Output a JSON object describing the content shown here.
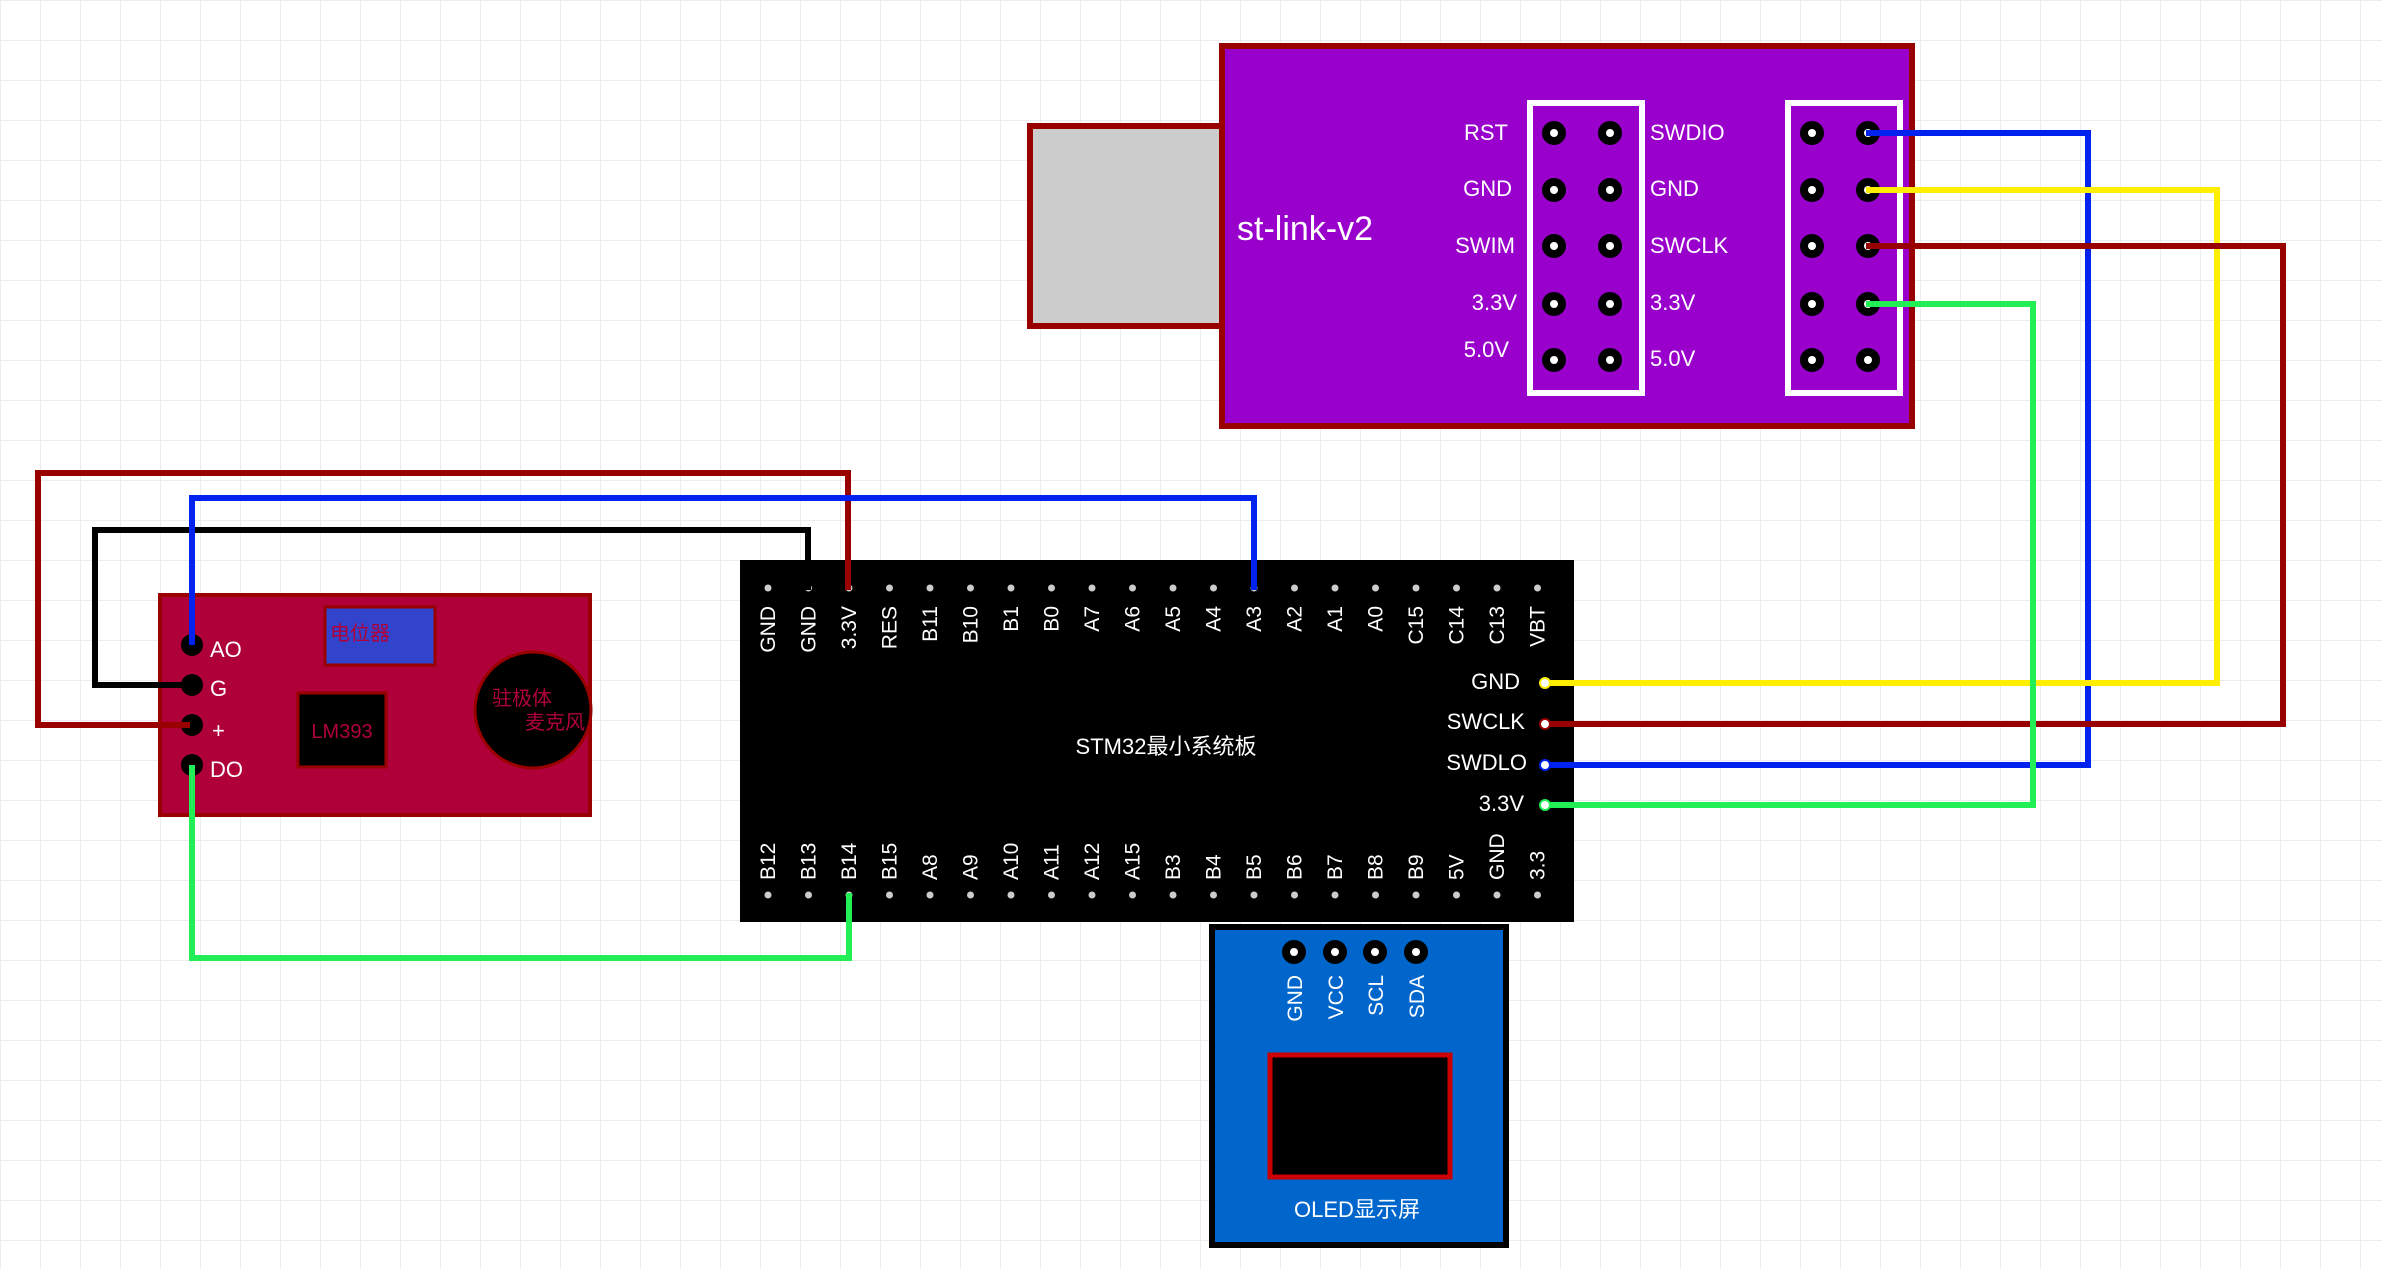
{
  "stlink": {
    "title": "st-link-v2",
    "left_labels": [
      "RST",
      "GND",
      "SWIM",
      "3.3V",
      "5.0V"
    ],
    "right_labels": [
      "SWDIO",
      "GND",
      "SWCLK",
      "3.3V",
      "5.0V"
    ]
  },
  "mcu": {
    "title": "STM32最小系统板",
    "top_pins": [
      "GND",
      "GND",
      "3.3V",
      "RES",
      "B11",
      "B10",
      "B1",
      "B0",
      "A7",
      "A6",
      "A5",
      "A4",
      "A3",
      "A2",
      "A1",
      "A0",
      "C15",
      "C14",
      "C13",
      "VBT"
    ],
    "bottom_pins": [
      "B12",
      "B13",
      "B14",
      "B15",
      "A8",
      "A9",
      "A10",
      "A11",
      "A12",
      "A15",
      "B3",
      "B4",
      "B5",
      "B6",
      "B7",
      "B8",
      "B9",
      "5V",
      "GND",
      "3.3"
    ],
    "right_pins": [
      "GND",
      "SWCLK",
      "SWDLO",
      "3.3V"
    ]
  },
  "sound_module": {
    "pins": [
      "AO",
      "G",
      "+",
      "DO"
    ],
    "pot_label": "电位器",
    "chip_label": "LM393",
    "mic_label_1": "驻极体",
    "mic_label_2": "麦克风"
  },
  "oled": {
    "title": "OLED显示屏",
    "pins": [
      "GND",
      "VCC",
      "SCL",
      "SDA"
    ]
  },
  "colors": {
    "stlink_body": "#9900cc",
    "board_outline": "#990000",
    "mcu_body": "#000000",
    "sound_body": "#b0003a",
    "oled_body": "#0066cc",
    "wire_red": "#990000",
    "wire_blue": "#0022ee",
    "wire_yellow": "#ffee00",
    "wire_green": "#22ee55",
    "wire_black": "#000000"
  }
}
